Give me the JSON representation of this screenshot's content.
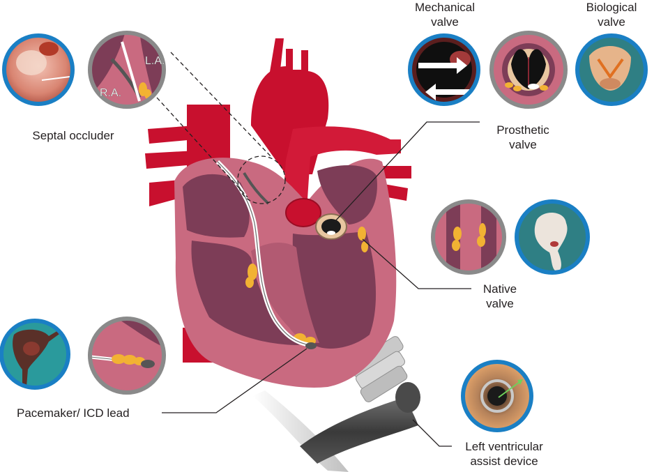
{
  "labels": {
    "mechanical_valve": [
      "Mechanical",
      "valve"
    ],
    "biological_valve": [
      "Biological",
      "valve"
    ],
    "la": "L.A.",
    "ra": "R.A.",
    "septal_occluder": "Septal occluder",
    "prosthetic_valve": [
      "Prosthetic",
      "valve"
    ],
    "native_valve": [
      "Native",
      "valve"
    ],
    "pacemaker_lead": "Pacemaker/ ICD lead",
    "lvad": [
      "Left ventricular",
      "assist device"
    ]
  },
  "colors": {
    "heart_pink": "#c96a80",
    "heart_dark": "#7d3d57",
    "vessel_red": "#c8102e",
    "ring_blue": "#1a7fc4",
    "ring_gray": "#8a8a8a",
    "vegetation": "#f2b233",
    "line": "#231f20"
  }
}
